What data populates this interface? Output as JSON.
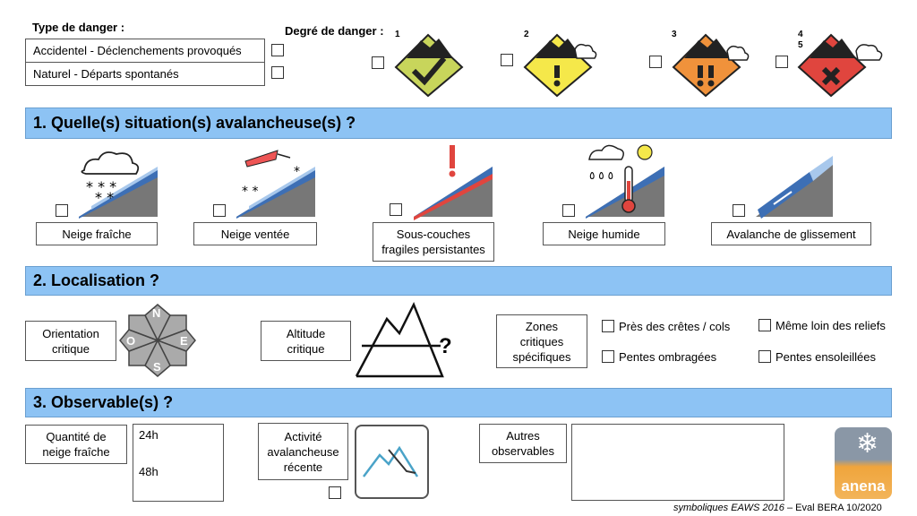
{
  "header": {
    "danger_type_title": "Type de danger :",
    "danger_types": [
      "Accidentel - Déclenchements provoqués",
      "Naturel - Départs spontanés"
    ],
    "danger_degree_title": "Degré de danger :",
    "danger_levels": [
      {
        "label": "1",
        "color": "#c8d55b"
      },
      {
        "label": "2",
        "color": "#f5e84a"
      },
      {
        "label": "3",
        "color": "#f0923b"
      },
      {
        "label": "4",
        "label2": "5",
        "color": "#e0453e"
      }
    ]
  },
  "section1": {
    "title": "1. Quelle(s) situation(s) avalancheuse(s) ?",
    "situations": [
      {
        "label": "Neige fraîche",
        "icon": "fresh-snow-icon"
      },
      {
        "label": "Neige ventée",
        "icon": "wind-snow-icon"
      },
      {
        "label_line1": "Sous-couches",
        "label_line2": "fragiles persistantes",
        "icon": "persistent-layer-icon"
      },
      {
        "label": "Neige humide",
        "icon": "wet-snow-icon"
      },
      {
        "label": "Avalanche de glissement",
        "icon": "gliding-snow-icon"
      }
    ]
  },
  "section2": {
    "title": "2. Localisation ?",
    "orientation": {
      "line1": "Orientation",
      "line2": "critique",
      "n": "N",
      "o": "O",
      "e": "E",
      "s": "S"
    },
    "altitude": {
      "line1": "Altitude",
      "line2": "critique",
      "mark": "?"
    },
    "zones": {
      "line1": "Zones",
      "line2": "critiques",
      "line3": "spécifiques",
      "options": [
        "Près des crêtes / cols",
        "Pentes ombragées",
        "Même loin des reliefs",
        "Pentes ensoleillées"
      ]
    }
  },
  "section3": {
    "title": "3. Observable(s) ?",
    "fresh_snow": {
      "line1": "Quantité de",
      "line2": "neige fraîche",
      "h24": "24h",
      "h48": "48h"
    },
    "recent_activity": {
      "line1": "Activité",
      "line2": "avalancheuse",
      "line3": "récente"
    },
    "other": {
      "line1": "Autres",
      "line2": "observables"
    }
  },
  "footer": {
    "credit_italic": "symboliques EAWS 2016",
    "credit_rest": " – Eval BERA 10/2020",
    "logo_text": "anena"
  },
  "colors": {
    "band": "#8dc3f4",
    "slope_blue": "#3d6fb5",
    "slope_light": "#a8c8ec"
  }
}
